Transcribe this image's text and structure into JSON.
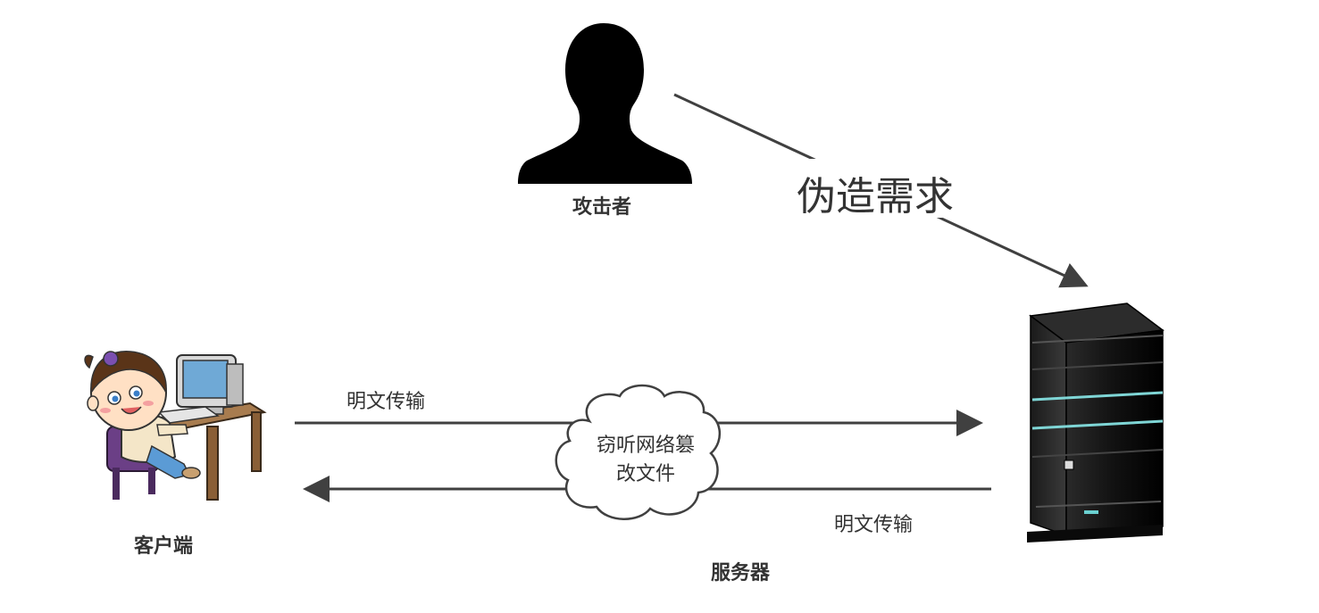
{
  "diagram": {
    "attacker": {
      "label": "攻击者",
      "icon": "person-silhouette-icon"
    },
    "client": {
      "label": "客户端",
      "icon": "girl-at-computer-icon"
    },
    "server": {
      "label": "服务器",
      "icon": "server-tower-icon"
    },
    "forge_request": {
      "label": "伪造需求"
    },
    "upper_flow": {
      "label": "明文传输"
    },
    "lower_flow": {
      "label": "明文传输"
    },
    "cloud": {
      "line1": "窃听网络篡",
      "line2": "改文件"
    },
    "colors": {
      "line": "#404040",
      "text": "#333333",
      "server_glow": "#7fd6d6"
    }
  }
}
